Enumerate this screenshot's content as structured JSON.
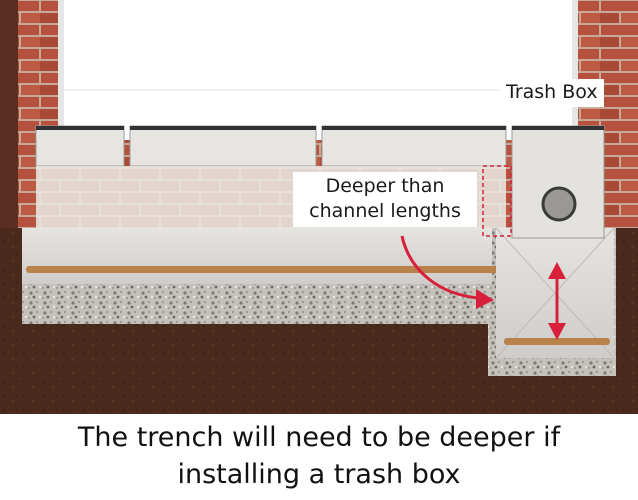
{
  "labels": {
    "trash_box": "Trash Box",
    "deeper_line1": "Deeper than",
    "deeper_line2": "channel lengths"
  },
  "caption": {
    "line1": "The trench will need to be deeper if",
    "line2": "installing a trash box"
  },
  "colors": {
    "brick": "#b5513c",
    "mortar": "#c9a89a",
    "soil": "#4a2a1c",
    "gravel": "#bdbab6",
    "concrete": "#dcdad6",
    "rebar": "#b7834a",
    "arrow": "#d8203a"
  }
}
